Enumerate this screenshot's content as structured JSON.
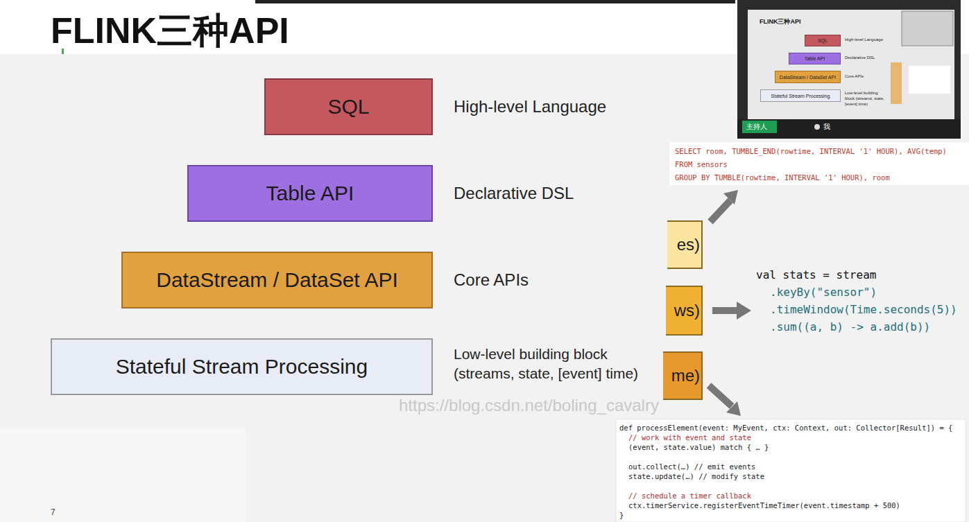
{
  "diagram": {
    "title": "FLINK三种API",
    "nodes": [
      {
        "text": [
          "SQL"
        ]
      },
      {
        "text": [
          "Table API"
        ]
      },
      {
        "text": [
          "DataStream / DataSet API"
        ]
      },
      {
        "text": [
          "Stateful Stream Processing"
        ]
      },
      {
        "text": [
          "es)"
        ]
      },
      {
        "text": [
          "ws)"
        ]
      },
      {
        "text": [
          "me)"
        ]
      },
      {
        "text": [
          "SQL"
        ]
      },
      {
        "text": [
          "Table API"
        ]
      },
      {
        "text": [
          "DataStream / DataSet API"
        ]
      },
      {
        "text": [
          "Stateful Stream Processing"
        ]
      }
    ],
    "labels": [
      "High-level Language",
      "Declarative DSL",
      "Core APIs",
      "Low-level building block (streams, state, [event] time)",
      "SELECT room, TUMBLE_END(rowtime, INTERVAL '1' HOUR), AVG(temp)",
      "FROM sensors",
      "GROUP BY TUMBLE(rowtime, INTERVAL '1' HOUR), room",
      "val stats = stream",
      ".keyBy(\"sensor\")",
      ".timeWindow(Time.seconds(5))",
      ".sum((a, b) -> a.add(b))",
      "def processElement(event: MyEvent, ctx: Context, out: Collector[Result]) = {",
      "// work with event and state",
      "(event, state.value) match { … }",
      "out.collect(…) // emit events",
      "state.update(…) // modify state",
      "// schedule a timer callback",
      "ctx.timerService.registerEventTimeTimer(event.timestamp + 500)",
      "}",
      "https://blog.csdn.net/boling_cavalry",
      "7",
      "FLINK三种API",
      "High-level Language",
      "Declarative DSL",
      "Core APIs",
      "Low-level building block (streams, state, [event] time)",
      "主持人",
      "我"
    ]
  }
}
